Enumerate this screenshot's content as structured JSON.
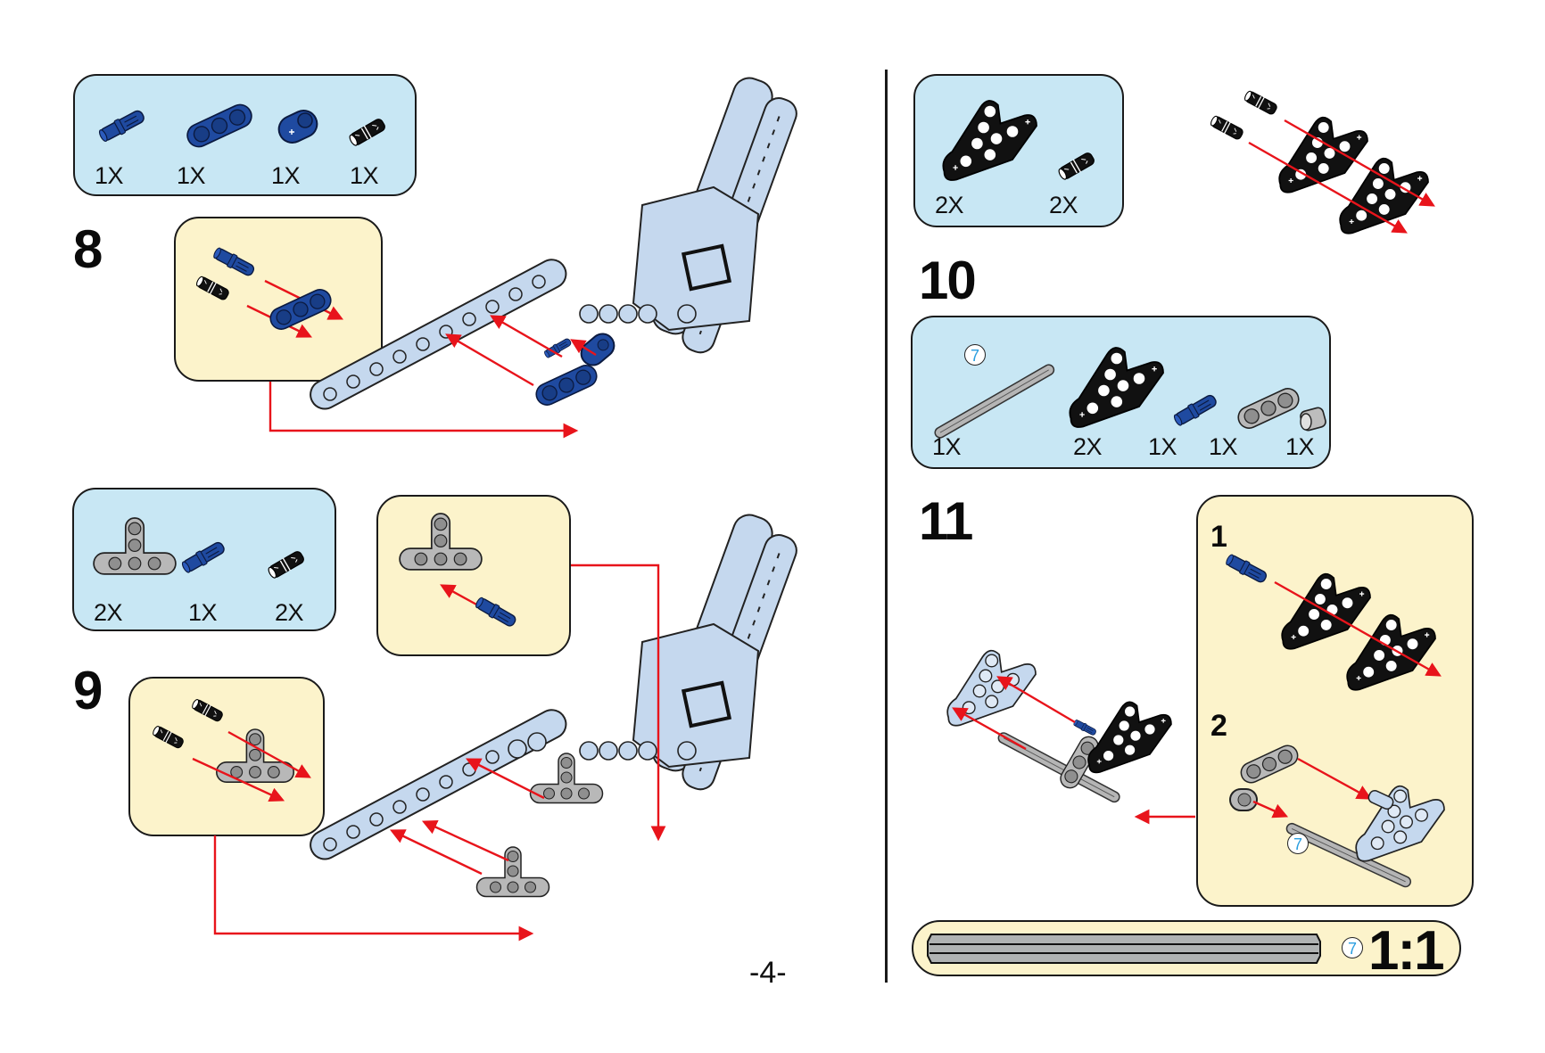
{
  "page": {
    "number": "-4-"
  },
  "colors": {
    "parts_box_bg": "#c8e7f4",
    "sub_box_bg": "#fcf3cb",
    "arrow_red": "#e8141b",
    "brick_blue": "#1f4aa0",
    "beam_light_blue": "#c5d8ee",
    "beam_grey": "#b4b4b4",
    "pin_black": "#111111"
  },
  "steps": [
    {
      "number": "8",
      "parts": [
        {
          "icon": "blue-long-pin-icon",
          "qty": "1X"
        },
        {
          "icon": "blue-3-beam-icon",
          "qty": "1X"
        },
        {
          "icon": "blue-axle-pin-connector-icon",
          "qty": "1X"
        },
        {
          "icon": "black-friction-pin-icon",
          "qty": "1X"
        }
      ]
    },
    {
      "number": "9",
      "parts": [
        {
          "icon": "grey-t-beam-icon",
          "qty": "2X"
        },
        {
          "icon": "blue-long-pin-icon",
          "qty": "1X"
        },
        {
          "icon": "black-friction-pin-icon",
          "qty": "2X"
        }
      ]
    },
    {
      "number": "10",
      "parts": [
        {
          "icon": "black-triangle-beam-icon",
          "qty": "2X"
        },
        {
          "icon": "black-friction-pin-icon",
          "qty": "2X"
        }
      ]
    },
    {
      "number": "11",
      "parts": [
        {
          "icon": "grey-axle-icon",
          "qty": "1X",
          "length": "7"
        },
        {
          "icon": "black-triangle-beam-icon",
          "qty": "2X"
        },
        {
          "icon": "blue-long-pin-icon",
          "qty": "1X"
        },
        {
          "icon": "grey-3-beam-icon",
          "qty": "1X"
        },
        {
          "icon": "grey-bushing-icon",
          "qty": "1X"
        }
      ],
      "substeps": [
        {
          "number": "1"
        },
        {
          "number": "2",
          "axle_length": "7"
        }
      ]
    }
  ],
  "scale_reference": {
    "axle_length": "7",
    "ratio": "1:1"
  }
}
